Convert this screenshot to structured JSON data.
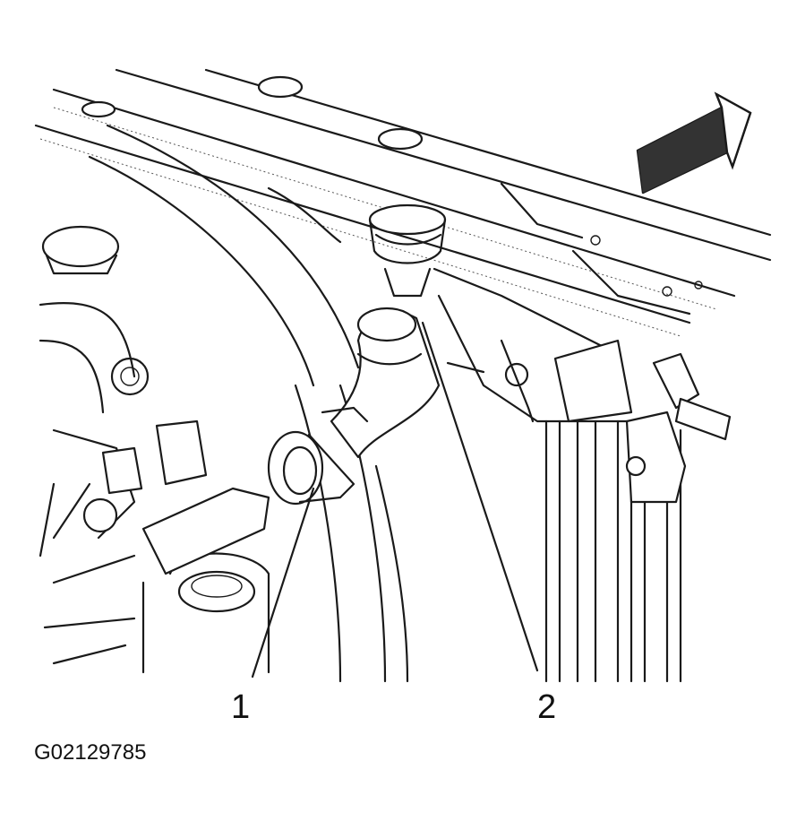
{
  "callouts": {
    "one": "1",
    "two": "2"
  },
  "figure_id": "G02129785",
  "colors": {
    "ink": "#1a1a1a",
    "paper": "#ffffff"
  },
  "icons": {
    "direction": "front-arrow-icon"
  }
}
